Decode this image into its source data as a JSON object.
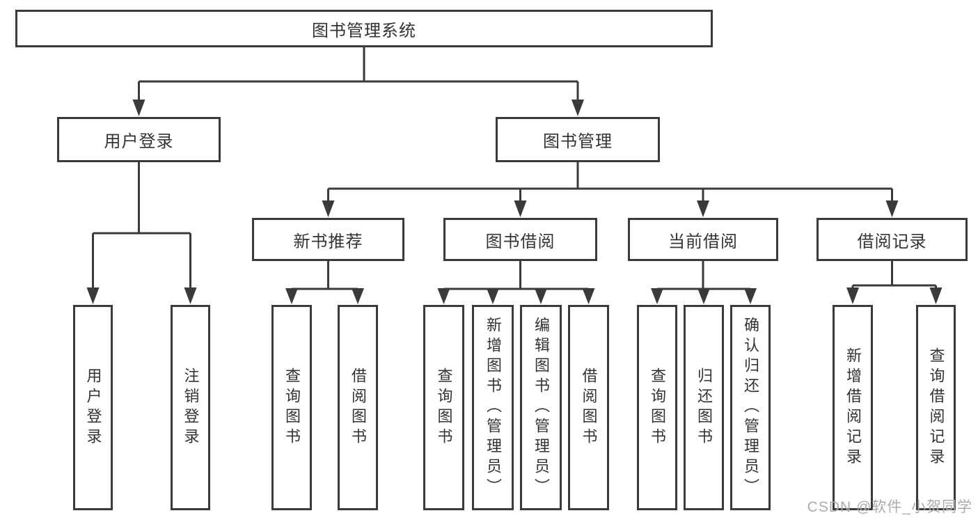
{
  "nodes": {
    "root": "图书管理系统",
    "user_login": "用户登录",
    "book_mgmt": "图书管理",
    "new_book_rec": "新书推荐",
    "book_borrow": "图书借阅",
    "current_borrow": "当前借阅",
    "borrow_records": "借阅记录",
    "leaf_user_login": "用户登录",
    "leaf_logout": "注销登录",
    "leaf_query_book_new": "查询图书",
    "leaf_borrow_book_new": "借阅图书",
    "leaf_query_book_borrow": "查询图书",
    "leaf_add_book": "新增图书（管理员）",
    "leaf_edit_book": "编辑图书（管理员）",
    "leaf_borrow_book_borrow": "借阅图书",
    "leaf_query_book_current": "查询图书",
    "leaf_return_book": "归还图书",
    "leaf_confirm_return": "确认归还（管理员）",
    "leaf_add_borrow_record": "新增借阅记录",
    "leaf_query_borrow_record": "查询借阅记录"
  },
  "watermark": {
    "text": "CSDN @软件_小贺同学"
  },
  "colors": {
    "line": "#3a3a3a",
    "text": "#333333",
    "watermark": "#ababab",
    "background": "#ffffff"
  }
}
